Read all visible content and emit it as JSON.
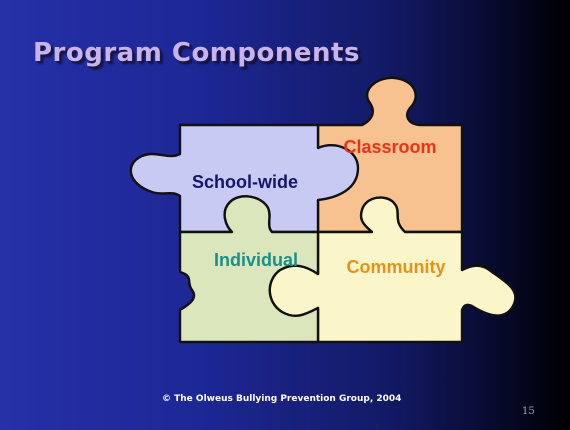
{
  "slide": {
    "title": "Program Components",
    "footer": "© The Olweus Bullying Prevention Group, 2004",
    "page_number": "15",
    "background_color": "#1d2795"
  },
  "puzzle": {
    "pieces": [
      {
        "label": "School-wide",
        "fill": "#c8caf3",
        "text_color": "#15156e"
      },
      {
        "label": "Classroom",
        "fill": "#f7c28f",
        "text_color": "#f0301a"
      },
      {
        "label": "Individual",
        "fill": "#dbe6bc",
        "text_color": "#1b8f8a"
      },
      {
        "label": "Community",
        "fill": "#fbf6c9",
        "text_color": "#e8901a"
      }
    ]
  }
}
